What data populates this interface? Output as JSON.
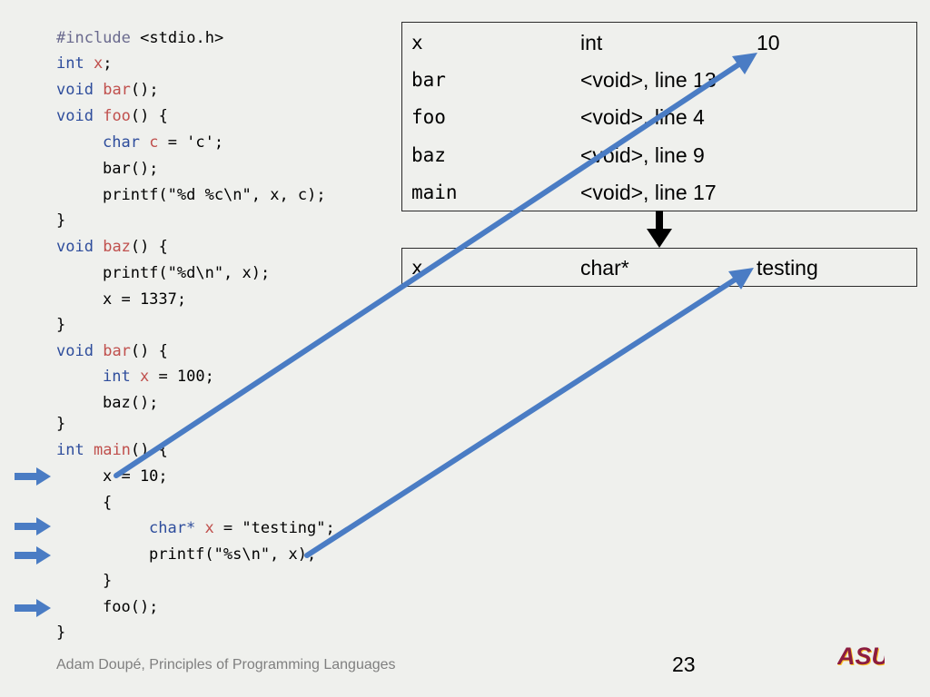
{
  "code": {
    "line1": {
      "directive": "#include",
      "rest": " <stdio.h>"
    },
    "line2": {
      "type": "int",
      "name": "x",
      "tail": ";"
    },
    "line3": {
      "type": "void",
      "name": "bar",
      "tail": "();"
    },
    "line4": {
      "type": "void",
      "name": "foo",
      "tail": "() {"
    },
    "line5": {
      "type": "char",
      "name": "c",
      "tail": " = 'c';"
    },
    "line6": {
      "text": "bar();"
    },
    "line7": {
      "text": "printf(\"%d %c\\n\", x, c);"
    },
    "line8": {
      "text": "}"
    },
    "line9": {
      "type": "void",
      "name": "baz",
      "tail": "() {"
    },
    "line10": {
      "text": "printf(\"%d\\n\", x);"
    },
    "line11": {
      "text": "x = 1337;"
    },
    "line12": {
      "text": "}"
    },
    "line13": {
      "type": "void",
      "name": "bar",
      "tail": "() {"
    },
    "line14": {
      "type": "int",
      "name": "x",
      "tail": " = 100;"
    },
    "line15": {
      "text": "baz();"
    },
    "line16": {
      "text": "}"
    },
    "line17": {
      "type": "int",
      "name": "main",
      "tail": "() {"
    },
    "line18": {
      "text": "x = 10;"
    },
    "line19": {
      "text": "{"
    },
    "line20": {
      "type": "char*",
      "name": "x",
      "tail": " = \"testing\";"
    },
    "line21": {
      "text": "printf(\"%s\\n\", x);"
    },
    "line22": {
      "text": "}"
    },
    "line23": {
      "text": "foo();"
    },
    "line24": {
      "text": "}"
    }
  },
  "symbol_table_global": {
    "rows": [
      {
        "name": "x",
        "type": "int",
        "value": "10"
      },
      {
        "name": "bar",
        "type": "<void>, line 13",
        "value": ""
      },
      {
        "name": "foo",
        "type": "<void>, line 4",
        "value": ""
      },
      {
        "name": "baz",
        "type": "<void>, line 9",
        "value": ""
      },
      {
        "name": "main",
        "type": "<void>, line 17",
        "value": ""
      }
    ]
  },
  "symbol_table_local": {
    "rows": [
      {
        "name": "x",
        "type": "char*",
        "value": "testing"
      }
    ]
  },
  "footer": {
    "author": "Adam Doupé, Principles of Programming Languages",
    "page_number": "23",
    "logo_text": "ASU"
  },
  "colors": {
    "background": "#eff0ed",
    "arrow_blue": "#4a7cc4",
    "keyword_blue": "#2e4d9c",
    "identifier_red": "#c0504d",
    "logo_maroon": "#8c1d40",
    "logo_gold": "#ffc627"
  },
  "icons": {
    "current_line_marker": "right-arrow-icon",
    "scope_chain_arrow": "down-arrow-icon"
  }
}
